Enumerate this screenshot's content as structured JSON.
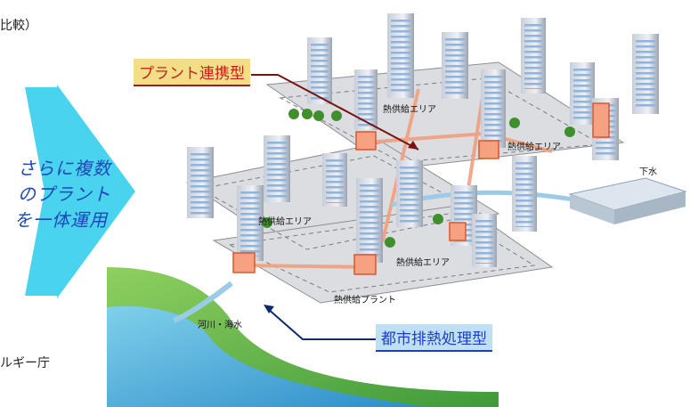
{
  "fragments": {
    "top_left": "比較）",
    "bottom_left": "ルギー庁"
  },
  "arrow": {
    "lines": [
      "さらに複数",
      "のプラント",
      "を一体運用"
    ]
  },
  "callouts": {
    "plant_link": "プラント連携型",
    "urban_heat": "都市排熱処理型"
  },
  "labels": {
    "area_top": "熱供給エリア",
    "area_right": "熱供給エリア",
    "area_left": "熱供給エリア",
    "area_bottom": "熱供給エリア",
    "plant": "熱供給プラント",
    "sewer": "下水",
    "river": "河川・海水"
  },
  "colors": {
    "arrow": "#49d3ee",
    "arrow_text": "#1f47b8",
    "callout_a_bg": "#f3de86",
    "callout_a_text": "#c81e1e",
    "callout_b_bg": "#bfe0f3",
    "callout_b_text": "#1c3ec8",
    "pipe": "#f0a07e",
    "water_pipe": "#9ccbe8"
  }
}
